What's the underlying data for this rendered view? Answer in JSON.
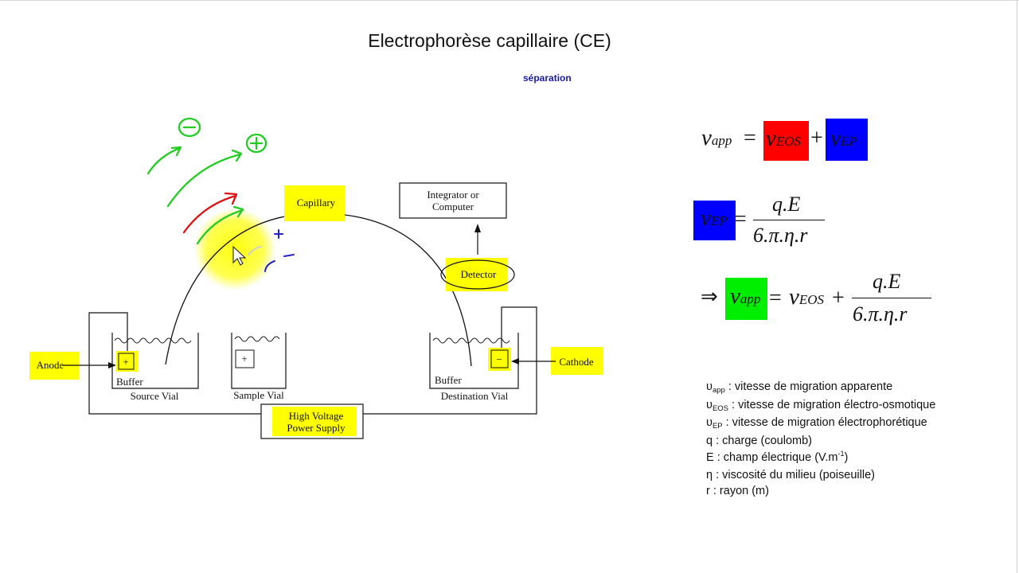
{
  "title": "Electrophorèse capillaire (CE)",
  "subtitle": "séparation",
  "diagram": {
    "capillary": "Capillary",
    "integrator_line1": "Integrator  or",
    "integrator_line2": "Computer",
    "detector": "Detector",
    "anode": "Anode",
    "cathode": "Cathode",
    "buffer_left": "Buffer",
    "source_vial": "Source Vial",
    "sample_vial": "Sample Vial",
    "buffer_right": "Buffer",
    "destination_vial": "Destination Vial",
    "hv_line1": "High Voltage",
    "hv_line2": "Power Supply",
    "plus_sign": "+",
    "minus_sign": "−"
  },
  "formulas": {
    "eq1": {
      "lhs_v": "v",
      "lhs_sub": "app",
      "eq": "=",
      "t1_v": "v",
      "t1_sub": "EOS",
      "plus": "+",
      "t2_v": "v",
      "t2_sub": "EP"
    },
    "eq2": {
      "lhs_v": "v",
      "lhs_sub": "EP",
      "eq": "=",
      "num": "q.E",
      "den": "6.π.η.r"
    },
    "eq3": {
      "implies": "⇒",
      "lhs_v": "v",
      "lhs_sub": "app",
      "eq": "=",
      "t1_v": "v",
      "t1_sub": "EOS",
      "plus": "+",
      "num": "q.E",
      "den": "6.π.η.r"
    }
  },
  "legend": [
    {
      "sym": "υ",
      "sub": "app",
      "text": " : vitesse de migration apparente"
    },
    {
      "sym": "υ",
      "sub": "EOS",
      "text": " : vitesse de migration électro-osmotique"
    },
    {
      "sym": "υ",
      "sub": "EP",
      "text": " : vitesse de migration électrophorétique"
    },
    {
      "sym": "q",
      "sub": "",
      "text": " : charge (coulomb)"
    },
    {
      "sym": "E",
      "sub": "",
      "text": " : champ électrique (V.m",
      "sup": "-1",
      "tail": ")"
    },
    {
      "sym": "η",
      "sub": "",
      "text": " : viscosité du milieu (poiseuille)"
    },
    {
      "sym": "r",
      "sub": "",
      "text": " : rayon (m)"
    }
  ],
  "colors": {
    "highlight_yellow": "#ffff00",
    "eos_red": "#ff0000",
    "ep_blue": "#0000ff",
    "app_green": "#00ee00",
    "ink_green": "#22cc22",
    "ink_red": "#dd1111",
    "ink_blue": "#2222cc",
    "pointer_halo": "#ffff33"
  }
}
